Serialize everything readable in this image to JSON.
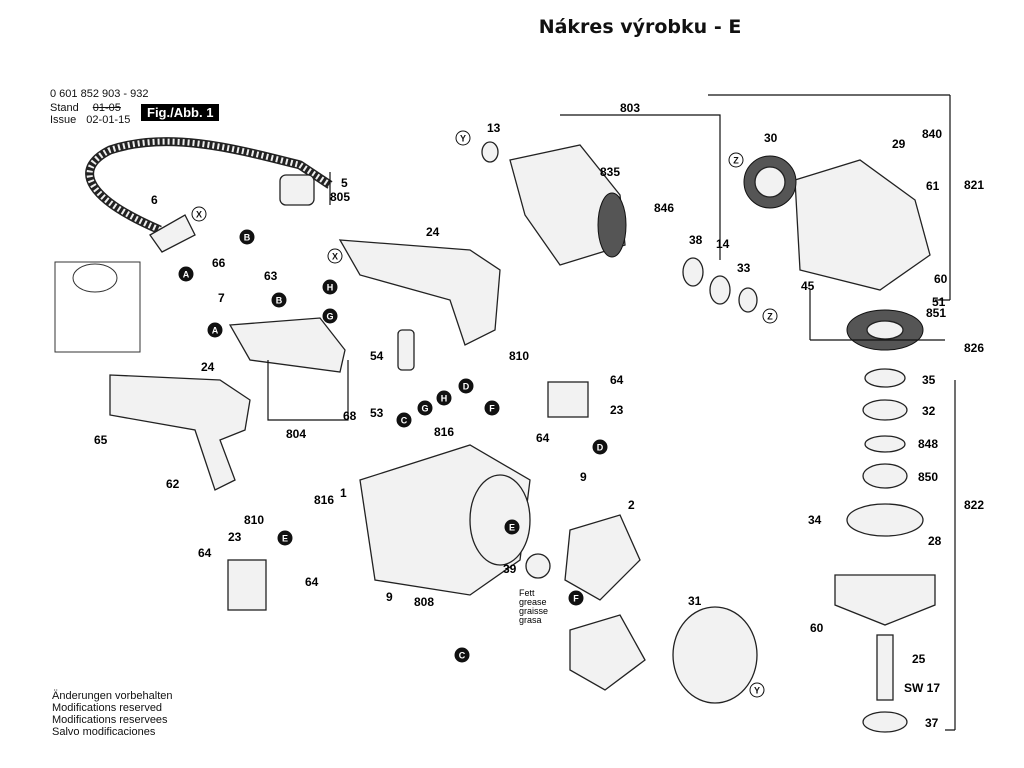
{
  "title": "Nákres výrobku - E",
  "header": {
    "part_number": "0 601 852 903 - 932",
    "stand_label": "Stand",
    "issue_label": "Issue",
    "old_date": "01-05",
    "issue_date": "02-01-15",
    "figure_label": "Fig./Abb. 1"
  },
  "notes": [
    "Änderungen vorbehalten",
    "Modifications reserved",
    "Modifications reservees",
    "Salvo modificaciones"
  ],
  "grease_note": [
    "Fett",
    "grease",
    "graisse",
    "grasa"
  ],
  "part_labels": [
    "13",
    "803",
    "835",
    "846",
    "38",
    "14",
    "33",
    "30",
    "29",
    "840",
    "821",
    "61",
    "60",
    "45",
    "51",
    "851",
    "826",
    "35",
    "32",
    "848",
    "850",
    "822",
    "34",
    "28",
    "60",
    "25",
    "SW 17",
    "37",
    "31",
    "2",
    "9",
    "9",
    "808",
    "39",
    "816",
    "64",
    "810",
    "64",
    "23",
    "1",
    "816",
    "810",
    "23",
    "64",
    "64",
    "24",
    "54",
    "68",
    "53",
    "804",
    "66",
    "63",
    "7",
    "24",
    "65",
    "62",
    "6",
    "5",
    "805"
  ],
  "callout_letters": [
    "Y",
    "Z",
    "Z",
    "Y",
    "F",
    "C",
    "E",
    "D",
    "F",
    "E",
    "X",
    "H",
    "G",
    "D",
    "H",
    "G",
    "C",
    "B",
    "A",
    "X",
    "B",
    "A"
  ],
  "colors": {
    "callout_fill": "#111111",
    "callout_text": "#ffffff",
    "line": "#111111",
    "part_fill": "#f2f2f2"
  }
}
